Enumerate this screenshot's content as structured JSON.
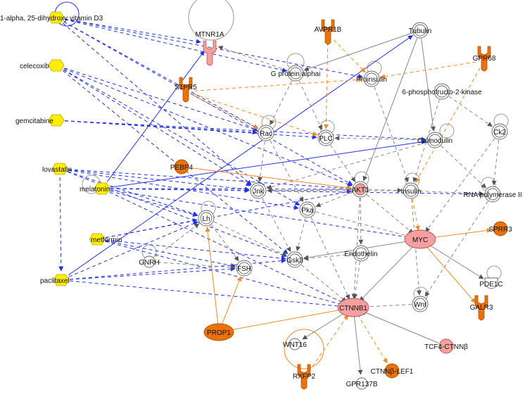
{
  "colors": {
    "drug": "#ffee00",
    "drug_stroke": "#b8a800",
    "orange": "#e8720c",
    "orange_stroke": "#b35200",
    "pink": "#f4a0a0",
    "pink_stroke": "#b85050",
    "white_node": "#ffffff",
    "node_stroke": "#666666",
    "edge_blue": "#2233dd",
    "edge_gray": "#888888",
    "edge_orange": "#f08a24"
  },
  "nodes": [
    {
      "id": "vitd3",
      "label": "1-alpha, 25-dihydroxy vitamin D3",
      "shape": "drug-hexagon"
    },
    {
      "id": "celecoxib",
      "label": "celecoxib",
      "shape": "drug-hexagon"
    },
    {
      "id": "gemcitabine",
      "label": "gemcitabine",
      "shape": "drug-hexagon"
    },
    {
      "id": "lovastatin",
      "label": "lovastatin",
      "shape": "drug-hexagon"
    },
    {
      "id": "melatonin",
      "label": "melatonin",
      "shape": "drug-hexagon"
    },
    {
      "id": "metformin",
      "label": "metformin",
      "shape": "drug-hexagon"
    },
    {
      "id": "paclitaxel",
      "label": "paclitaxel",
      "shape": "drug-hexagon"
    },
    {
      "id": "mtnr1a",
      "label": "MTNR1A",
      "shape": "receptor-pink"
    },
    {
      "id": "avpr1b",
      "label": "AVPR1B",
      "shape": "receptor-orange"
    },
    {
      "id": "s1pr5",
      "label": "S1PR5",
      "shape": "receptor-orange"
    },
    {
      "id": "gpr68",
      "label": "GPR68",
      "shape": "receptor-orange"
    },
    {
      "id": "galr3",
      "label": "GALR3",
      "shape": "receptor-orange"
    },
    {
      "id": "rxfp2",
      "label": "RXFP2",
      "shape": "receptor-orange"
    },
    {
      "id": "tubulin",
      "label": "Tubulin",
      "shape": "complex"
    },
    {
      "id": "gprot",
      "label": "G protein alphai",
      "shape": "complex"
    },
    {
      "id": "proinsulin",
      "label": "Proinsulin",
      "shape": "complex"
    },
    {
      "id": "pfk2",
      "label": "6-phosphofructo-2-kinase",
      "shape": "complex"
    },
    {
      "id": "rac",
      "label": "Rac",
      "shape": "complex"
    },
    {
      "id": "plc",
      "label": "PLC",
      "shape": "complex"
    },
    {
      "id": "calmodulin",
      "label": "Calmodulin",
      "shape": "complex"
    },
    {
      "id": "ck2",
      "label": "Ck2",
      "shape": "complex"
    },
    {
      "id": "pebp4",
      "label": "PEBP4",
      "shape": "circle-orange"
    },
    {
      "id": "jnk",
      "label": "Jnk",
      "shape": "complex"
    },
    {
      "id": "akt1",
      "label": "AKT1",
      "shape": "complex-pink"
    },
    {
      "id": "insulin",
      "label": "Insulin",
      "shape": "complex"
    },
    {
      "id": "rnapol",
      "label": "RNA polymerase II",
      "shape": "complex"
    },
    {
      "id": "pka",
      "label": "Pka",
      "shape": "complex"
    },
    {
      "id": "lh",
      "label": "Lh",
      "shape": "complex"
    },
    {
      "id": "myc",
      "label": "MYC",
      "shape": "ellipse-pink"
    },
    {
      "id": "sprr3",
      "label": "SPRR3",
      "shape": "circle-orange"
    },
    {
      "id": "endothelin",
      "label": "Endothelin",
      "shape": "complex"
    },
    {
      "id": "gnrh",
      "label": "GNRH",
      "shape": "small-circle"
    },
    {
      "id": "fsh",
      "label": "FSH",
      "shape": "complex"
    },
    {
      "id": "gsk3",
      "label": "Gsk3",
      "shape": "complex"
    },
    {
      "id": "pde1c",
      "label": "PDE1C",
      "shape": "enzyme"
    },
    {
      "id": "ctnnb1",
      "label": "CTNNB1",
      "shape": "ellipse-pink"
    },
    {
      "id": "wnt",
      "label": "Wnt",
      "shape": "complex"
    },
    {
      "id": "prop1",
      "label": "PROP1",
      "shape": "ellipse-orange"
    },
    {
      "id": "wnt16",
      "label": "WNT16",
      "shape": "small-circle"
    },
    {
      "id": "tcf4",
      "label": "TCF4-CTNNβ",
      "shape": "circle-pink"
    },
    {
      "id": "ctnnblef1",
      "label": "CTNNβ-LEF1",
      "shape": "circle-orange"
    },
    {
      "id": "gpr137b",
      "label": "GPR137B",
      "shape": "small-circle"
    }
  ],
  "edges": [
    [
      "vitd3",
      "mtnr1a",
      "blue"
    ],
    [
      "vitd3",
      "gprot",
      "blue"
    ],
    [
      "vitd3",
      "rac",
      "blue"
    ],
    [
      "vitd3",
      "jnk",
      "blue"
    ],
    [
      "vitd3",
      "akt1",
      "blue"
    ],
    [
      "vitd3",
      "proinsulin",
      "blue"
    ],
    [
      "celecoxib",
      "rac",
      "blue"
    ],
    [
      "celecoxib",
      "akt1",
      "blue"
    ],
    [
      "celecoxib",
      "jnk",
      "blue"
    ],
    [
      "celecoxib",
      "pka",
      "blue"
    ],
    [
      "celecoxib",
      "gsk3",
      "blue"
    ],
    [
      "gemcitabine",
      "rac",
      "blue"
    ],
    [
      "gemcitabine",
      "plc",
      "blue"
    ],
    [
      "gemcitabine",
      "calmodulin",
      "blue"
    ],
    [
      "lovastatin",
      "jnk",
      "blue"
    ],
    [
      "lovastatin",
      "akt1",
      "blue"
    ],
    [
      "lovastatin",
      "lh",
      "blue"
    ],
    [
      "lovastatin",
      "pka",
      "blue"
    ],
    [
      "lovastatin",
      "gsk3",
      "blue"
    ],
    [
      "lovastatin",
      "paclitaxel",
      "blue"
    ],
    [
      "melatonin",
      "mtnr1a",
      "blue"
    ],
    [
      "melatonin",
      "calmodulin",
      "blue"
    ],
    [
      "melatonin",
      "akt1",
      "blue"
    ],
    [
      "melatonin",
      "jnk",
      "blue"
    ],
    [
      "melatonin",
      "rnapol",
      "blue"
    ],
    [
      "melatonin",
      "myc",
      "blue"
    ],
    [
      "melatonin",
      "ctnnb1",
      "blue"
    ],
    [
      "melatonin",
      "lh",
      "blue"
    ],
    [
      "metformin",
      "lh",
      "blue"
    ],
    [
      "metformin",
      "akt1",
      "blue"
    ],
    [
      "metformin",
      "fsh",
      "blue"
    ],
    [
      "metformin",
      "gsk3",
      "blue"
    ],
    [
      "metformin",
      "ctnnb1",
      "blue"
    ],
    [
      "paclitaxel",
      "tubulin",
      "blue"
    ],
    [
      "paclitaxel",
      "lh",
      "blue"
    ],
    [
      "paclitaxel",
      "ctnnb1",
      "blue"
    ],
    [
      "paclitaxel",
      "gsk3",
      "blue"
    ],
    [
      "paclitaxel",
      "fsh",
      "blue"
    ],
    [
      "avpr1b",
      "plc",
      "orange"
    ],
    [
      "avpr1b",
      "proinsulin",
      "orange"
    ],
    [
      "s1pr5",
      "proinsulin",
      "orange"
    ],
    [
      "s1pr5",
      "plc",
      "orange"
    ],
    [
      "s1pr5",
      "rac",
      "orange"
    ],
    [
      "gpr68",
      "proinsulin",
      "orange"
    ],
    [
      "gpr68",
      "insulin",
      "orange"
    ],
    [
      "pebp4",
      "akt1",
      "orange"
    ],
    [
      "prop1",
      "lh",
      "orange"
    ],
    [
      "prop1",
      "fsh",
      "orange"
    ],
    [
      "prop1",
      "ctnnb1",
      "orange"
    ],
    [
      "myc",
      "sprr3",
      "orange"
    ],
    [
      "myc",
      "galr3",
      "orange"
    ],
    [
      "ctnnb1",
      "ctnnblef1",
      "orange"
    ],
    [
      "rxfp2",
      "ctnnb1",
      "orange"
    ],
    [
      "insulin",
      "myc",
      "orange"
    ],
    [
      "tubulin",
      "gprot",
      "gray"
    ],
    [
      "tubulin",
      "calmodulin",
      "gray"
    ],
    [
      "tubulin",
      "akt1",
      "gray"
    ],
    [
      "gprot",
      "mtnr1a",
      "gray"
    ],
    [
      "gprot",
      "rac",
      "gray"
    ],
    [
      "gprot",
      "plc",
      "gray"
    ],
    [
      "proinsulin",
      "insulin",
      "gray"
    ],
    [
      "pfk2",
      "insulin",
      "gray"
    ],
    [
      "pfk2",
      "ck2",
      "gray"
    ],
    [
      "calmodulin",
      "plc",
      "gray"
    ],
    [
      "calmodulin",
      "jnk",
      "gray"
    ],
    [
      "calmodulin",
      "rnapol",
      "gray"
    ],
    [
      "ck2",
      "myc",
      "gray"
    ],
    [
      "ck2",
      "rnapol",
      "gray"
    ],
    [
      "akt1",
      "insulin",
      "gray"
    ],
    [
      "akt1",
      "jnk",
      "gray"
    ],
    [
      "akt1",
      "pka",
      "gray"
    ],
    [
      "akt1",
      "myc",
      "gray"
    ],
    [
      "akt1",
      "ctnnb1",
      "gray"
    ],
    [
      "akt1",
      "endothelin",
      "gray"
    ],
    [
      "insulin",
      "rnapol",
      "gray"
    ],
    [
      "insulin",
      "jnk",
      "gray"
    ],
    [
      "pka",
      "ctnnb1",
      "gray"
    ],
    [
      "pka",
      "gsk3",
      "gray"
    ],
    [
      "jnk",
      "gsk3",
      "gray"
    ],
    [
      "rac",
      "jnk",
      "gray"
    ],
    [
      "rac",
      "pka",
      "gray"
    ],
    [
      "lh",
      "fsh",
      "gray"
    ],
    [
      "lh",
      "gsk3",
      "gray"
    ],
    [
      "gnrh",
      "lh",
      "gray"
    ],
    [
      "gnrh",
      "fsh",
      "gray"
    ],
    [
      "gsk3",
      "ctnnb1",
      "gray"
    ],
    [
      "endothelin",
      "ctnnb1",
      "gray"
    ],
    [
      "endothelin",
      "gsk3",
      "gray"
    ],
    [
      "myc",
      "gsk3",
      "gray"
    ],
    [
      "myc",
      "ctnnb1",
      "gray"
    ],
    [
      "myc",
      "pde1c",
      "gray"
    ],
    [
      "wnt",
      "ctnnb1",
      "gray"
    ],
    [
      "ctnnb1",
      "wnt16",
      "gray"
    ],
    [
      "ctnnb1",
      "gpr137b",
      "gray"
    ],
    [
      "tcf4",
      "ctnnb1",
      "gray"
    ],
    [
      "plc",
      "akt1",
      "gray"
    ],
    [
      "rnapol",
      "wnt",
      "gray"
    ],
    [
      "insulin",
      "wnt",
      "gray"
    ],
    [
      "pka",
      "myc",
      "gray"
    ]
  ]
}
